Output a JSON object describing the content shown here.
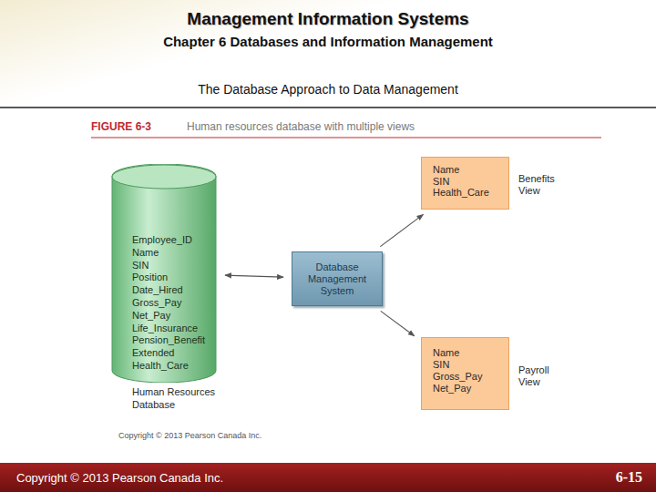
{
  "diagram": {
    "title": "Management Information Systems",
    "nodes": [
      {
        "text": [
          "Employee_ID",
          "Name",
          "SIN",
          "Position",
          "Date_Hired",
          "Gross_Pay",
          "Net_Pay",
          "Life_Insurance",
          "Pension_Benefit",
          "Extended",
          "Health_Care",
          "Human Resources Database"
        ]
      },
      {
        "text": [
          "Database Management System"
        ]
      },
      {
        "text": [
          "Name",
          "SIN",
          "Health_Care",
          "Benefits View"
        ]
      },
      {
        "text": [
          "Name",
          "SIN",
          "Gross_Pay",
          "Net_Pay",
          "Payroll View"
        ]
      }
    ],
    "edges": [
      {
        "from": 0,
        "to": 1,
        "arrow": "both"
      },
      {
        "from": 1,
        "to": 2,
        "arrow": "to"
      },
      {
        "from": 1,
        "to": 3,
        "arrow": "to"
      }
    ],
    "labels": [
      "Chapter 6 Databases and Information Management",
      "The Database Approach to Data Management",
      "FIGURE 6-3",
      "Human resources database with multiple views",
      "Copyright © 2013 Pearson Canada Inc.",
      "Copyright © 2013 Pearson Canada Inc.",
      "6-15"
    ]
  }
}
